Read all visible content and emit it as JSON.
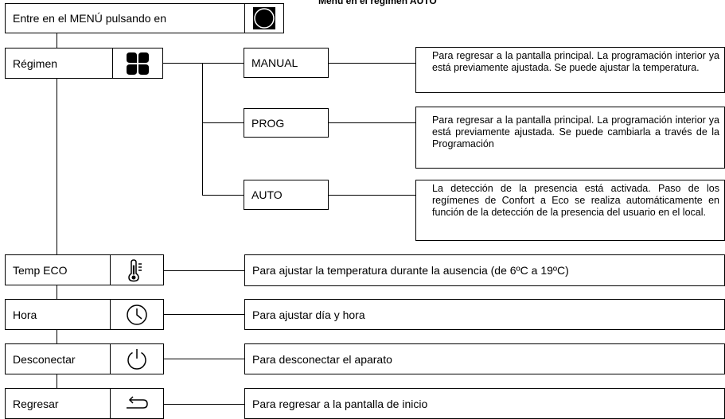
{
  "title": "Menú en el régimen AUTO",
  "enter": {
    "label": "Entre en el MENÚ pulsando en",
    "icon": "circle-button-icon"
  },
  "regimen": {
    "label": "Régimen",
    "icon": "four-petal-icon",
    "modes": [
      {
        "label": "MANUAL",
        "description": "Para regresar a la pantalla principal. La programación interior ya está previamente ajustada. Se puede ajustar la temperatura."
      },
      {
        "label": "PROG",
        "description": "Para regresar a la pantalla principal. La programación interior ya está previamente ajustada. Se puede cambiarla a través de la Programación"
      },
      {
        "label": "AUTO",
        "description": "La detección de la presencia está activada. Paso de los regímenes de Confort a Eco se realiza automáticamente en función de la detección de la presencia del usuario en el local."
      }
    ]
  },
  "items": [
    {
      "label": "Temp ECO",
      "icon": "thermometer-icon",
      "description": "Para ajustar la temperatura durante la ausencia (de 6ºC a 19ºC)"
    },
    {
      "label": "Hora",
      "icon": "clock-icon",
      "description": "Para ajustar día y hora"
    },
    {
      "label": "Desconectar",
      "icon": "power-icon",
      "description": "Para desconectar el aparato"
    },
    {
      "label": "Regresar",
      "icon": "return-arrow-icon",
      "description": "Para regresar a la pantalla de inicio"
    }
  ]
}
